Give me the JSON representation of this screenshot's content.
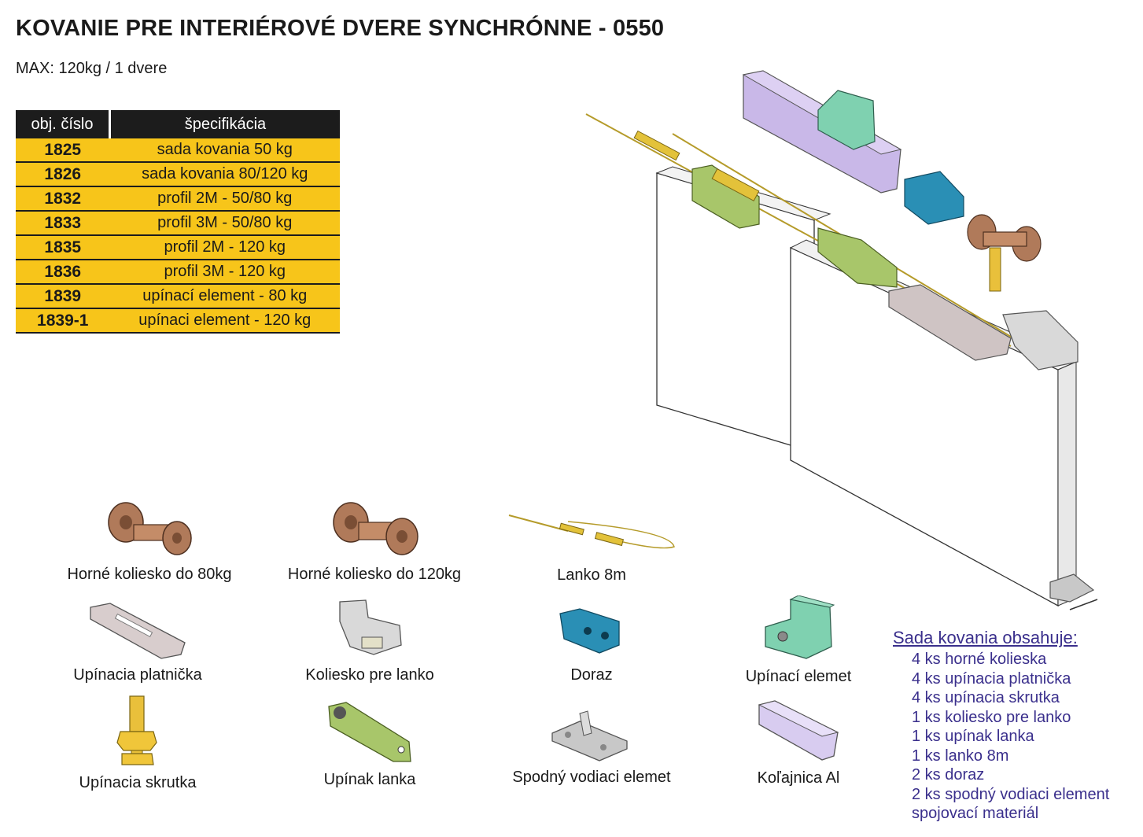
{
  "title": "KOVANIE PRE INTERIÉROVÉ DVERE SYNCHRÓNNE -  0550",
  "subtitle": "MAX: 120kg / 1 dvere",
  "table": {
    "headers": [
      "obj. číslo",
      "špecifikácia"
    ],
    "rows": [
      {
        "code": "1825",
        "spec": "sada kovania 50 kg"
      },
      {
        "code": "1826",
        "spec": "sada kovania 80/120 kg"
      },
      {
        "code": "1832",
        "spec": "profil 2M - 50/80 kg"
      },
      {
        "code": "1833",
        "spec": "profil 3M - 50/80 kg"
      },
      {
        "code": "1835",
        "spec": "profil 2M - 120 kg"
      },
      {
        "code": "1836",
        "spec": "profil 3M - 120 kg"
      },
      {
        "code": "1839",
        "spec": "upínací element - 80 kg"
      },
      {
        "code": "1839-1",
        "spec": "upínaci element - 120 kg"
      }
    ]
  },
  "parts": [
    "Horné koliesko do 80kg",
    "Horné koliesko do 120kg",
    "Lanko 8m",
    "Upínacia platnička",
    "Koliesko pre lanko",
    "Doraz",
    "Upínací elemet",
    "Upínacia skrutka",
    "Upínak lanka",
    "Spodný vodiaci elemet",
    "Koľajnica Al"
  ],
  "set": {
    "heading": "Sada kovania obsahuje:",
    "items": [
      "4 ks horné kolieska",
      "4 ks upínacia platnička",
      "4 ks upínacia skrutka",
      "1 ks koliesko pre lanko",
      "1 ks upínak lanka",
      "1 ks lanko 8m",
      "2 ks doraz",
      "2 ks spodný vodiaci element",
      "spojovací materiál"
    ]
  },
  "colors": {
    "table_header": "#1c1c1c",
    "table_row": "#f7c51a",
    "set_text": "#3a2f8c",
    "rail": "#c9b8e8",
    "bracket_green": "#7fd1b0",
    "stopper_blue": "#2a8fb5",
    "wheel_brown": "#b07a5a",
    "cable_holder": "#8fb04a"
  }
}
